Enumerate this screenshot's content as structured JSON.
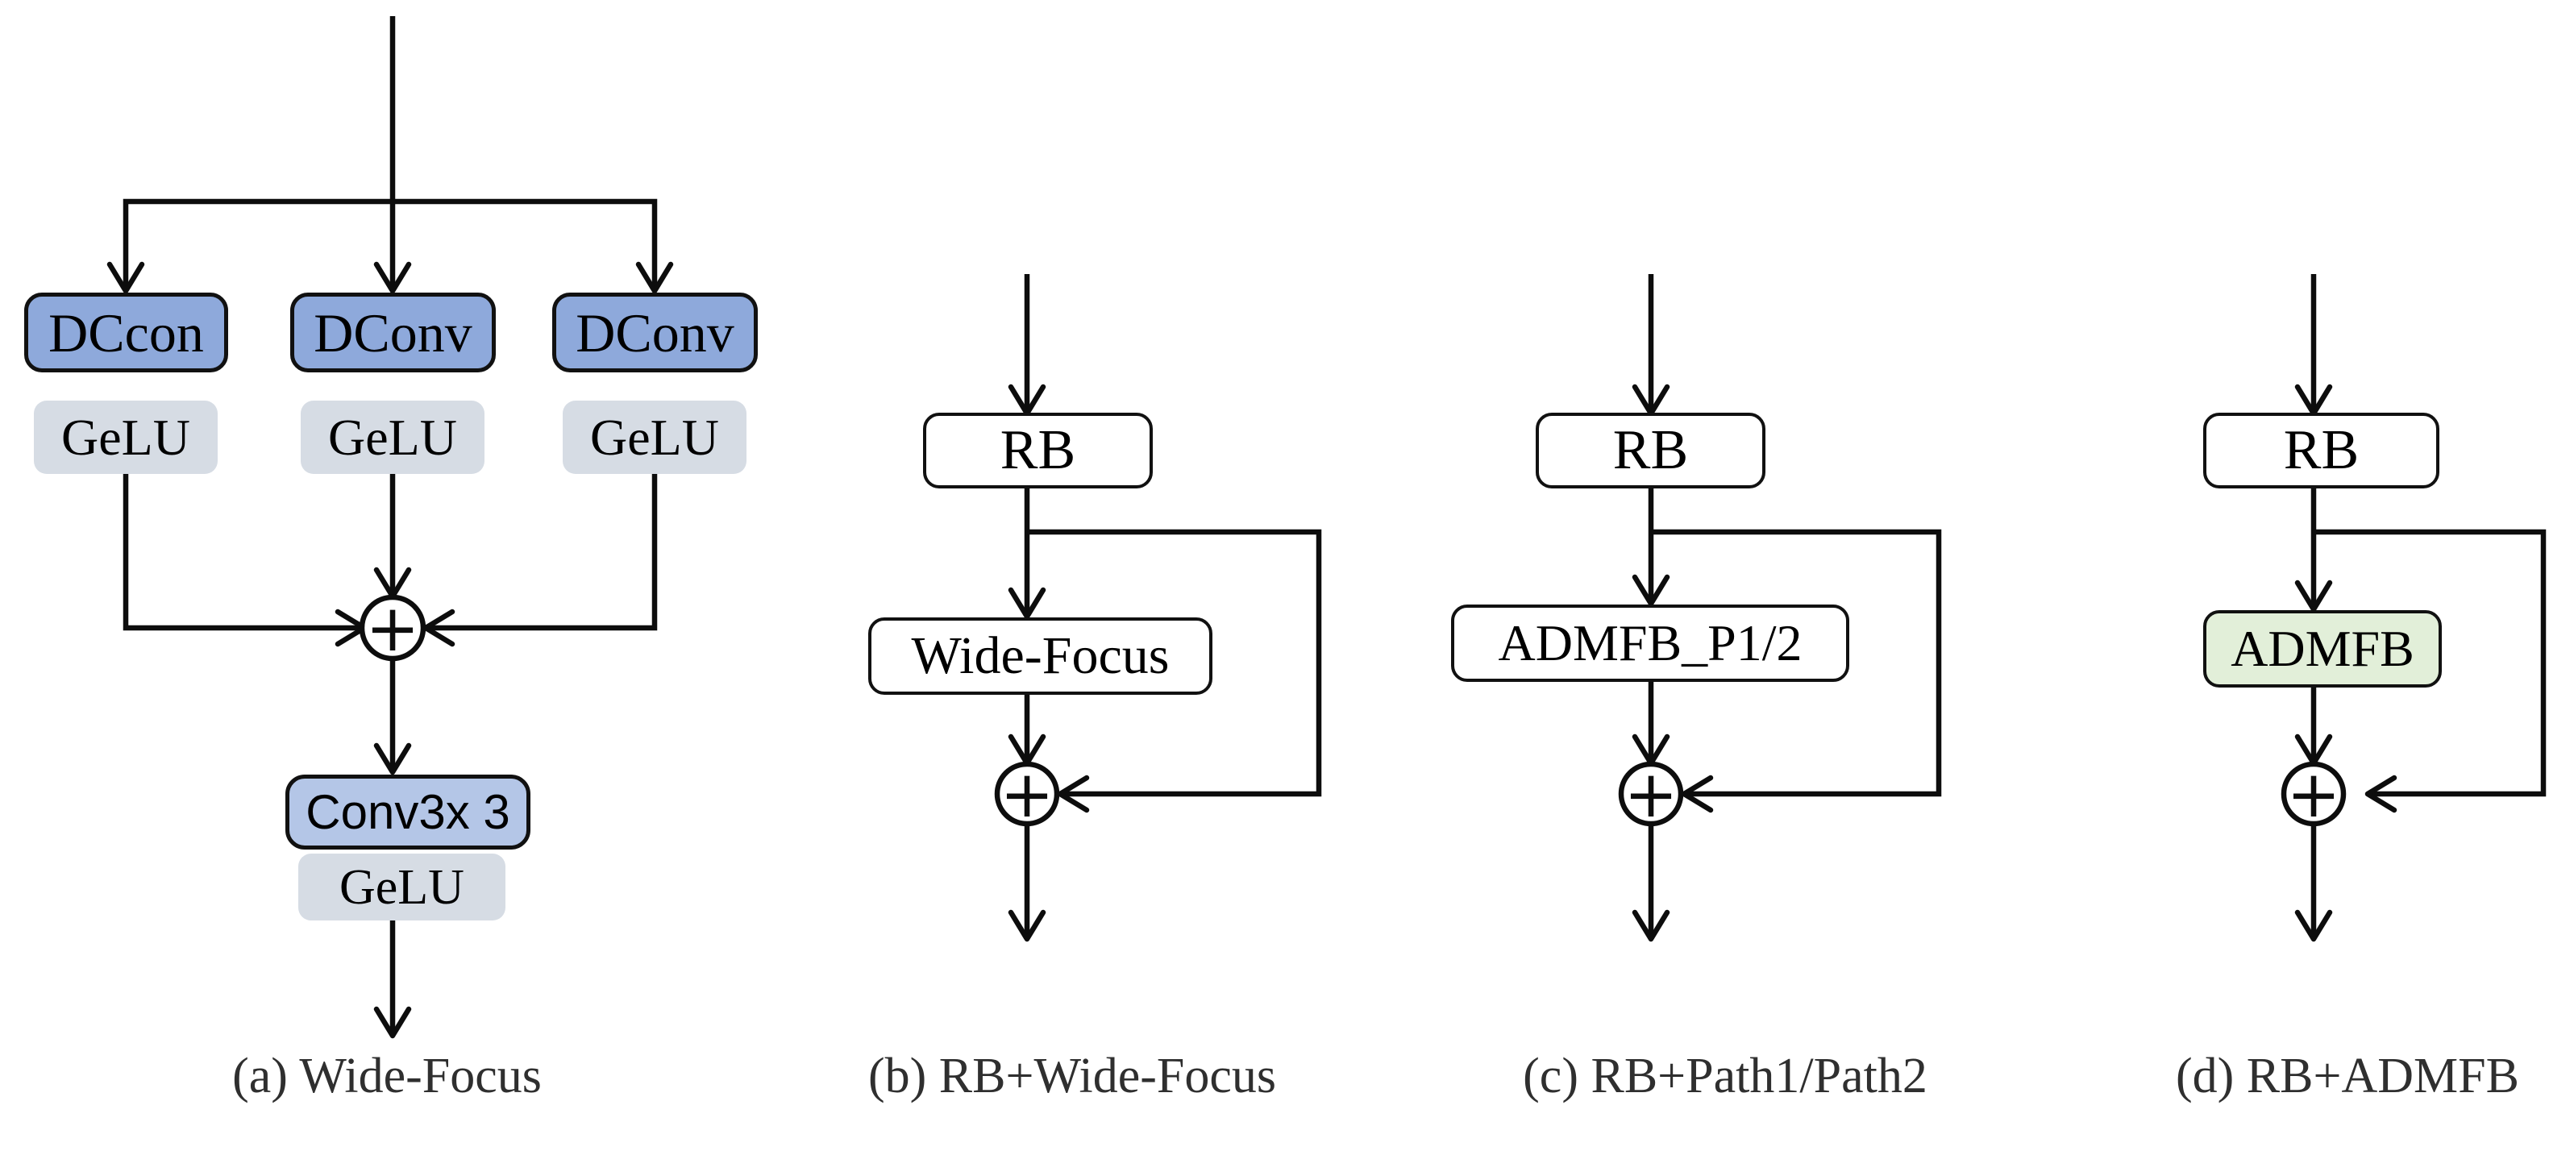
{
  "figure": {
    "description": "Four ablation flow diagrams comparing feed-forward block designs",
    "colors": {
      "branch_box_blue": "#8EA9DB",
      "conv_box_light_blue": "#B4C6E7",
      "gelu_box_gray": "#D6DCE4",
      "admfb_box_green": "#E2EFD9",
      "plain_box_white": "#FFFFFF",
      "line_black": "#0D0D0D",
      "caption_gray": "#2F2F2F"
    },
    "panels": [
      {
        "id": "a",
        "caption": "(a) Wide-Focus",
        "sum_symbol": "+",
        "boxes": {
          "branch1": "DCcon",
          "branch2": "DConv",
          "branch3": "DConv",
          "act1": "GeLU",
          "act2": "GeLU",
          "act3": "GeLU",
          "conv": "Conv3x 3",
          "act_out": "GeLU"
        }
      },
      {
        "id": "b",
        "caption": "(b) RB+Wide-Focus",
        "sum_symbol": "+",
        "boxes": {
          "rb": "RB",
          "block": "Wide-Focus"
        }
      },
      {
        "id": "c",
        "caption": "(c) RB+Path1/Path2",
        "sum_symbol": "+",
        "boxes": {
          "rb": "RB",
          "block": "ADMFB_P1/2"
        }
      },
      {
        "id": "d",
        "caption": "(d) RB+ADMFB",
        "sum_symbol": "+",
        "boxes": {
          "rb": "RB",
          "block": "ADMFB"
        }
      }
    ]
  }
}
